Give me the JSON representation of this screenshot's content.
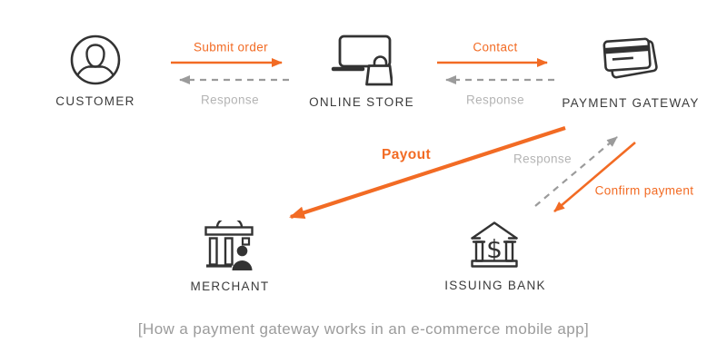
{
  "diagram": {
    "caption": "[How a payment gateway works in an e-commerce mobile app]",
    "entities": {
      "customer": {
        "label": "CUSTOMER",
        "icon": "person-circle-icon"
      },
      "online_store": {
        "label": "ONLINE STORE",
        "icon": "laptop-lock-icon"
      },
      "payment_gateway": {
        "label": "PAYMENT GATEWAY",
        "icon": "credit-cards-icon"
      },
      "merchant": {
        "label": "MERCHANT",
        "icon": "store-person-icon"
      },
      "issuing_bank": {
        "label": "ISSUING BANK",
        "icon": "bank-dollar-icon"
      }
    },
    "flows": [
      {
        "label": "Submit order",
        "from": "customer",
        "to": "online_store",
        "style": "solid-orange"
      },
      {
        "label": "Response",
        "from": "online_store",
        "to": "customer",
        "style": "dashed-gray"
      },
      {
        "label": "Contact",
        "from": "online_store",
        "to": "payment_gateway",
        "style": "solid-orange"
      },
      {
        "label": "Response",
        "from": "payment_gateway",
        "to": "online_store",
        "style": "dashed-gray"
      },
      {
        "label": "Payout",
        "from": "payment_gateway",
        "to": "merchant",
        "style": "solid-orange-bold"
      },
      {
        "label": "Response",
        "from": "issuing_bank",
        "to": "payment_gateway",
        "style": "dashed-gray"
      },
      {
        "label": "Confirm payment",
        "from": "payment_gateway",
        "to": "issuing_bank",
        "style": "solid-orange"
      }
    ],
    "icons": {
      "dollar_glyph": "$"
    },
    "colors": {
      "accent_orange": "#f26b24",
      "arrow_gray": "#9b9b9b",
      "icon_dark": "#333333",
      "label_dark": "#3b3b3b",
      "response_text_gray": "#b4b4b4",
      "caption_gray": "#9b9b9b",
      "background": "#ffffff"
    }
  }
}
